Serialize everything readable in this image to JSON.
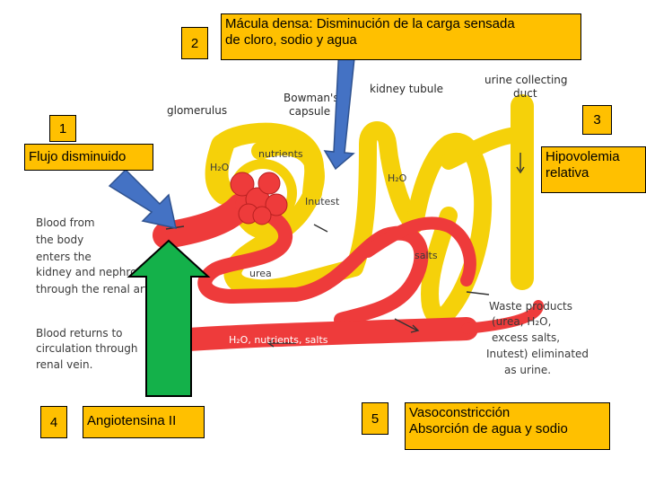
{
  "badges": {
    "b1": "1",
    "b2": "2",
    "b3": "3",
    "b4": "4",
    "b5": "5"
  },
  "callouts": {
    "macula_line1": "Mácula densa: Disminución de la carga sensada",
    "macula_line2": "de cloro, sodio y agua",
    "flujo": "Flujo disminuido",
    "hipovolemia_line1": "Hipovolemia",
    "hipovolemia_line2": "relativa",
    "angiotensina": "Angiotensina II",
    "vaso_line1": "Vasoconstricción",
    "vaso_line2": "Absorción de agua y sodio"
  },
  "diagram_labels": {
    "glomerulus": "glomerulus",
    "bowmans_line1": "Bowman's",
    "bowmans_line2": "capsule",
    "kidney_tubule": "kidney tubule",
    "urine_duct_line1": "urine collecting",
    "urine_duct_line2": "duct",
    "nutrients": "nutrients",
    "h2o_left": "H₂O",
    "h2o_right": "H₂O",
    "inutest": "Inutest",
    "urea": "urea",
    "salts": "salts",
    "blood_from": [
      "Blood from",
      "the body",
      "enters the",
      "kidney and nephrons",
      "through the renal artery."
    ],
    "blood_returns": [
      "Blood returns to",
      "circulation through",
      "renal vein."
    ],
    "waste": [
      "Waste products",
      "(urea, H₂O,",
      "excess salts,",
      "Inutest) eliminated",
      "as urine."
    ],
    "vein_label": "H₂O, nutrients, salts"
  },
  "colors": {
    "callout_fill": "#FFC000",
    "vessel_red": "#EE3B3B",
    "tubule_yellow": "#F5D10A",
    "arrow_blue": "#4472C4",
    "arrow_green": "#14B14A"
  }
}
